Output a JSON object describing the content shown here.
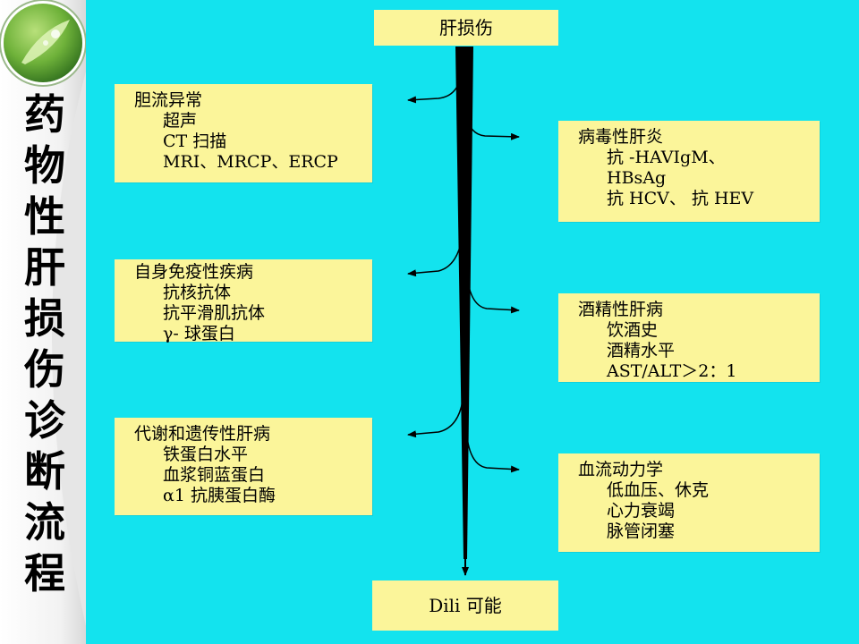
{
  "title": "药物性肝损伤诊断流程",
  "title_chars": [
    "药",
    "物",
    "性",
    "肝",
    "损",
    "伤",
    "诊",
    "断",
    "流",
    "程"
  ],
  "start_node": "肝损伤",
  "end_node": "Dili 可能",
  "left_boxes": [
    {
      "heading": "胆流异常",
      "items": [
        "超声",
        "CT 扫描",
        "MRI、MRCP、ERCP"
      ]
    },
    {
      "heading": "自身免疫性疾病",
      "items": [
        "抗核抗体",
        "抗平滑肌抗体",
        "γ- 球蛋白"
      ]
    },
    {
      "heading": "代谢和遗传性肝病",
      "items": [
        "铁蛋白水平",
        "血浆铜蓝蛋白",
        "α1 抗胰蛋白酶"
      ]
    }
  ],
  "right_boxes": [
    {
      "heading": "病毒性肝炎",
      "items": [
        "抗 -HAVIgM、",
        "HBsAg",
        "抗 HCV、 抗 HEV"
      ]
    },
    {
      "heading": "酒精性肝病",
      "items": [
        "饮酒史",
        "酒精水平",
        "AST/ALT＞2：1"
      ]
    },
    {
      "heading": "血流动力学",
      "items": [
        "低血压、休克",
        "心力衰竭",
        "脉管闭塞"
      ]
    }
  ],
  "colors": {
    "background": "#13e3ee",
    "box_fill": "#fbf59a",
    "arrow": "#000000"
  }
}
